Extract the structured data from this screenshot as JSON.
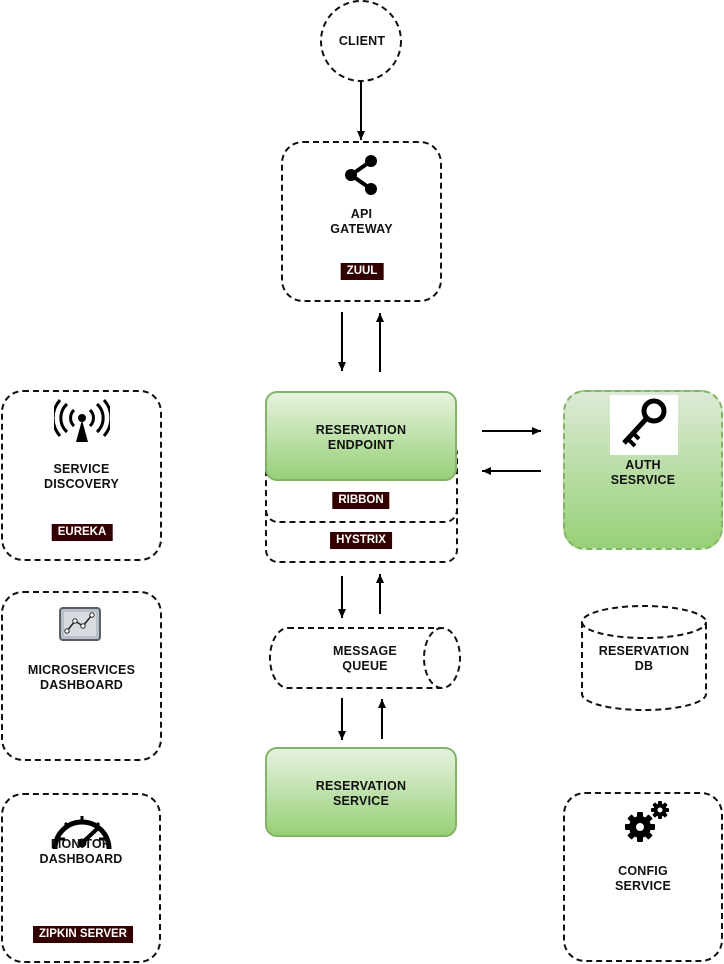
{
  "client": {
    "label": "CLIENT"
  },
  "api_gateway": {
    "label": "API\nGATEWAY",
    "tag": "ZUUL",
    "icon": "share-icon"
  },
  "reservation_endpoint": {
    "label": "RESERVATION\nENDPOINT",
    "layers": [
      "RIBBON",
      "HYSTRIX"
    ]
  },
  "auth_service": {
    "label": "AUTH\nSESRVICE",
    "icon": "key-icon"
  },
  "service_discovery": {
    "label": "SERVICE\nDISCOVERY",
    "tag": "EUREKA",
    "icon": "wireless-tower-icon"
  },
  "microservices_dashboard": {
    "label": "MICROSERVICES\nDASHBOARD",
    "icon": "line-chart-icon"
  },
  "monitor_dashboard": {
    "label": "MONITOR\nDASHBOARD",
    "tag": "ZIPKIN SERVER",
    "icon": "speedometer-icon"
  },
  "message_queue": {
    "label": "MESSAGE\nQUEUE"
  },
  "reservation_service": {
    "label": "RESERVATION\nSERVICE"
  },
  "reservation_db": {
    "label": "RESERVATION\nDB"
  },
  "config_service": {
    "label": "CONFIG\nSERVICE",
    "icon": "gears-icon"
  },
  "colors": {
    "tag_bg": "#330000",
    "green_border": "#82b366",
    "green_fill": "#97d077"
  }
}
